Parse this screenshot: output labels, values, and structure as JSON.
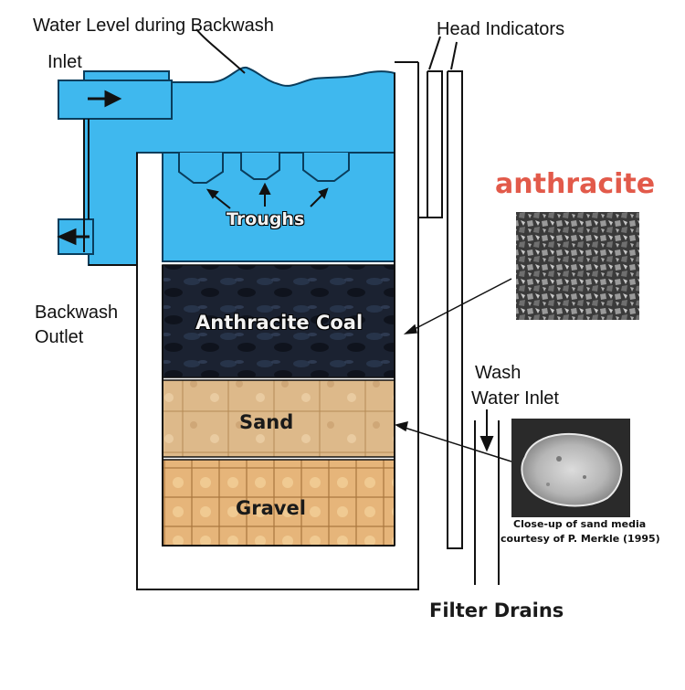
{
  "labels": {
    "water_level": "Water Level during Backwash",
    "inlet": "Inlet",
    "head_indicators": "Head Indicators",
    "troughs": "Troughs",
    "backwash_outlet_line1": "Backwash",
    "backwash_outlet_line2": "Outlet",
    "anthracite_coal": "Anthracite Coal",
    "sand": "Sand",
    "gravel": "Gravel",
    "wash_water_line1": "Wash",
    "wash_water_line2": "Water Inlet",
    "filter_drains": "Filter Drains",
    "anthracite_photo_title": "anthracite",
    "caption_line1": "Close-up of  sand media",
    "caption_line2": "courtesy of P. Merkle (1995)"
  },
  "colors": {
    "water": "#3fb8ee",
    "water_outline": "#0a3d5c",
    "coal": "#1b2231",
    "sand": "#ddb98a",
    "gravel": "#e6b57a",
    "wall": "#ffffff",
    "outline": "#111111",
    "accent_title": "#e25a4a"
  }
}
